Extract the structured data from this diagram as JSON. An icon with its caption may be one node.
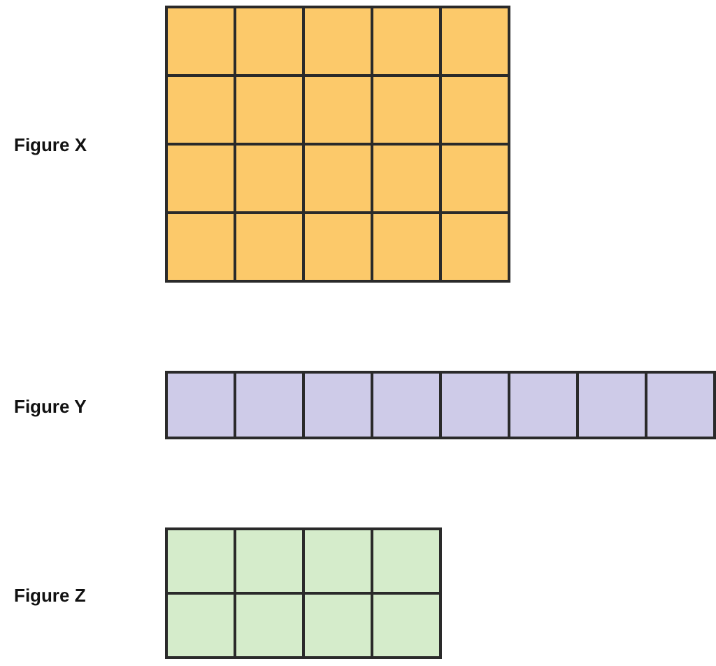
{
  "diagram": {
    "nodes": [
      {
        "text": [
          "Figure X"
        ]
      },
      {
        "text": [
          "Figure Y"
        ]
      },
      {
        "text": [
          "Figure Z"
        ]
      }
    ]
  }
}
